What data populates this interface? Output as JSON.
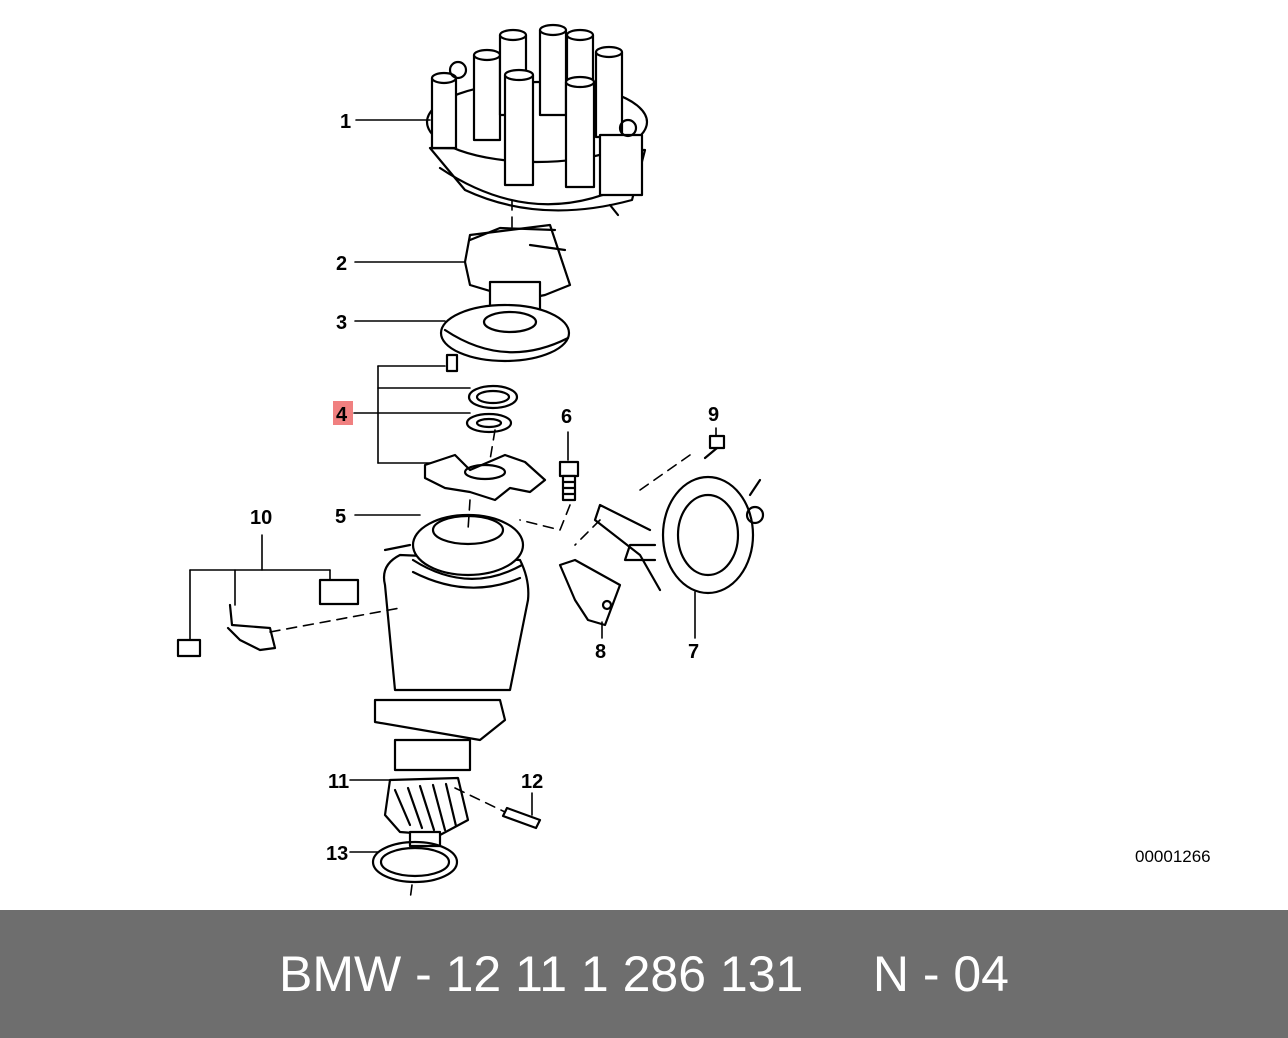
{
  "diagram": {
    "reference_number": "00001266",
    "highlight_color": "#f08080",
    "callouts": [
      {
        "id": "1",
        "label": "1"
      },
      {
        "id": "2",
        "label": "2"
      },
      {
        "id": "3",
        "label": "3"
      },
      {
        "id": "4",
        "label": "4",
        "highlighted": true
      },
      {
        "id": "5",
        "label": "5"
      },
      {
        "id": "6",
        "label": "6"
      },
      {
        "id": "7",
        "label": "7"
      },
      {
        "id": "8",
        "label": "8"
      },
      {
        "id": "9",
        "label": "9"
      },
      {
        "id": "10",
        "label": "10"
      },
      {
        "id": "11",
        "label": "11"
      },
      {
        "id": "12",
        "label": "12"
      },
      {
        "id": "13",
        "label": "13"
      }
    ]
  },
  "footer": {
    "part_text": "BMW - 12 11 1 286 131",
    "suffix_text": "N - 04",
    "background_color": "#6e6e6e",
    "text_color": "#ffffff"
  }
}
